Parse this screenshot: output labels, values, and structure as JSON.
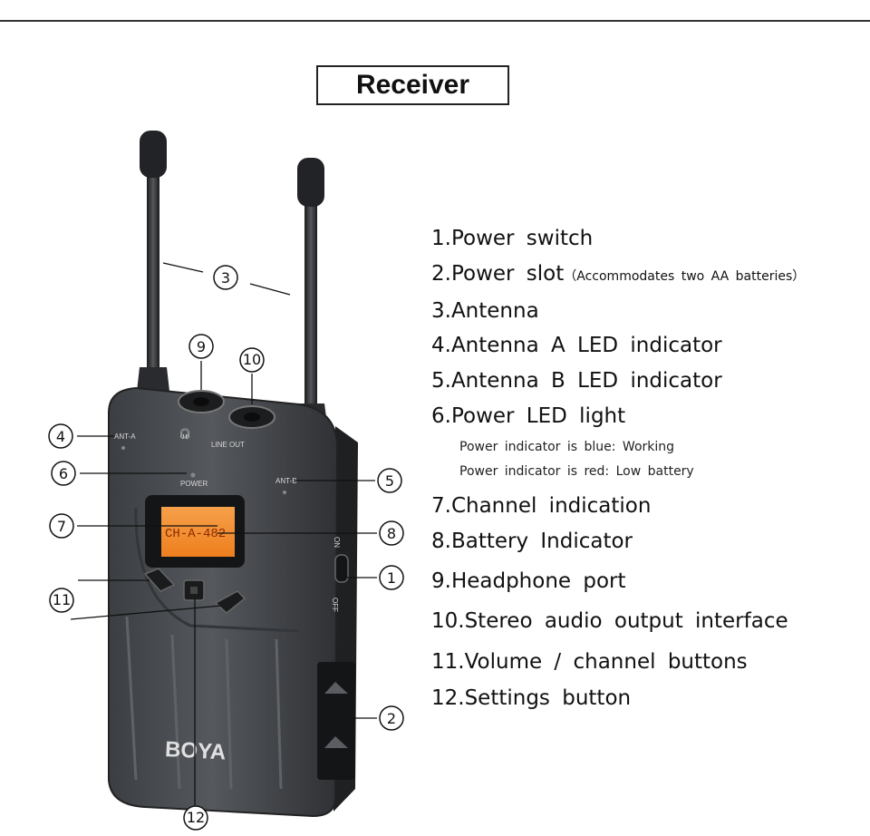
{
  "title": "Receiver",
  "device": {
    "brand": "BOYA",
    "lcd_text": "CH-A-482",
    "label_ant_a": "ANT-A",
    "label_ant_b": "ANT-B",
    "label_power": "POWER",
    "label_line_out": "LINE OUT",
    "label_on": "ON",
    "label_off": "OFF"
  },
  "callouts": [
    "1",
    "2",
    "3",
    "4",
    "5",
    "6",
    "7",
    "8",
    "9",
    "10",
    "11",
    "12"
  ],
  "legend": [
    {
      "text": "1.Power switch",
      "note": ""
    },
    {
      "text": "2.Power slot",
      "note": "（Accommodates two AA batteries）"
    },
    {
      "text": "3.Antenna",
      "note": ""
    },
    {
      "text": "4.Antenna A LED indicator",
      "note": ""
    },
    {
      "text": "5.Antenna B LED indicator",
      "note": ""
    },
    {
      "text": "6.Power LED light",
      "note": ""
    },
    {
      "text": "7.Channel indication",
      "note": ""
    },
    {
      "text": "8.Battery Indicator",
      "note": ""
    },
    {
      "text": "9.Headphone port",
      "note": ""
    },
    {
      "text": "10.Stereo audio output interface",
      "note": ""
    },
    {
      "text": "11.Volume / channel buttons",
      "note": ""
    },
    {
      "text": "12.Settings button",
      "note": ""
    }
  ],
  "legend_subnotes": [
    "Power indicator is blue: Working",
    "Power indicator is red: Low battery"
  ],
  "colors": {
    "body": "#4a4d52",
    "body_dark": "#2c2e31",
    "lcd": "#f28a2a",
    "lcd_text": "#8a2a00"
  }
}
